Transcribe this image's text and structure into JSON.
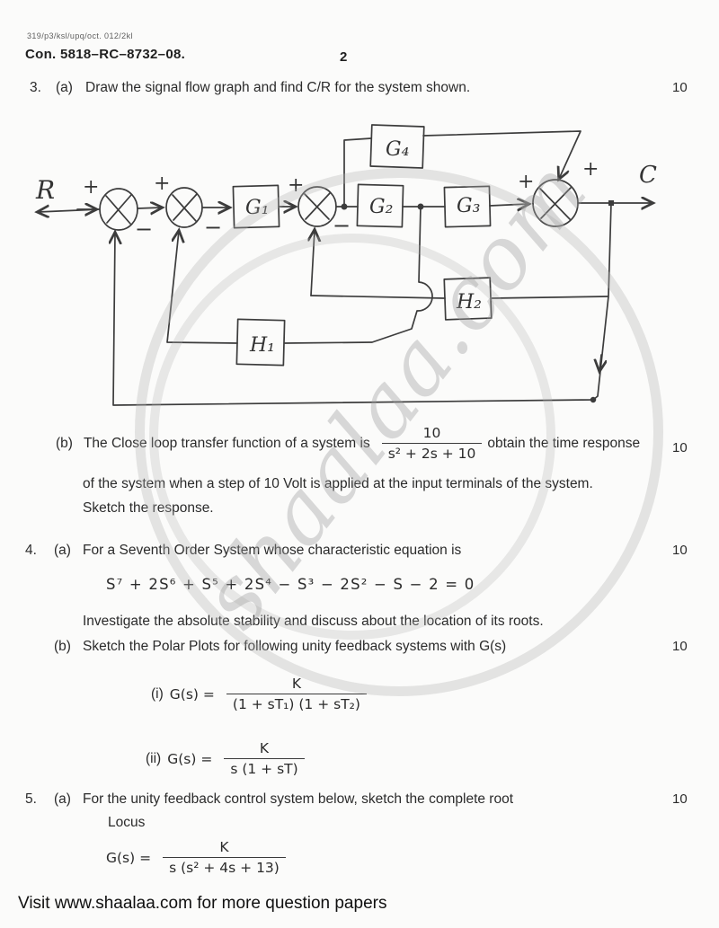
{
  "header": {
    "ref_code": "319/p3/ksl/upq/oct. 012/2kl",
    "exam_code": "Con. 5818–RC–8732–08.",
    "page_number": "2"
  },
  "q3a": {
    "q": "3.",
    "part": "(a)",
    "text": "Draw the signal flow graph and find C/R for the system shown.",
    "marks": "10"
  },
  "q3b": {
    "part": "(b)",
    "text_before": "The Close loop transfer function of a system is",
    "frac_num": "10",
    "frac_den": "s² + 2s + 10",
    "text_after": "obtain the time response",
    "marks": "10",
    "line2": "of the system when a step of 10 Volt is applied at the input terminals of the system.",
    "line3": "Sketch the response."
  },
  "q4a": {
    "q": "4.",
    "part": "(a)",
    "text": "For a Seventh Order System whose characteristic equation is",
    "marks": "10",
    "equation": "S⁷ + 2S⁶ + S⁵ + 2S⁴ − S³ − 2S² − S − 2  =  0",
    "followup": "Investigate the absolute stability and discuss about the location of its roots."
  },
  "q4b": {
    "part": "(b)",
    "text": "Sketch the Polar Plots for following unity feedback systems with G(s)",
    "marks": "10",
    "i_label": "(i)",
    "i_lhs": "G(s) =",
    "i_num": "K",
    "i_den": "(1 + sT₁) (1 + sT₂)",
    "ii_label": "(ii)",
    "ii_lhs": "G(s) =",
    "ii_num": "K",
    "ii_den": "s (1 + sT)"
  },
  "q5a": {
    "q": "5.",
    "part": "(a)",
    "text": "For the unity feedback control system below, sketch the complete root",
    "text2": "Locus",
    "marks": "10",
    "lhs": "G(s) =",
    "num": "K",
    "den": "s (s² + 4s + 13)"
  },
  "diagram": {
    "input_label": "R",
    "output_label": "C",
    "g1": "G₁",
    "g2": "G₂",
    "g3": "G₃",
    "g4": "G₄",
    "h1": "H₁",
    "h2": "H₂",
    "plus": "+",
    "minus": "−"
  },
  "footer": {
    "text": "Visit www.shaalaa.com for more question papers"
  },
  "watermark": {
    "text": "shaalaa.com"
  }
}
